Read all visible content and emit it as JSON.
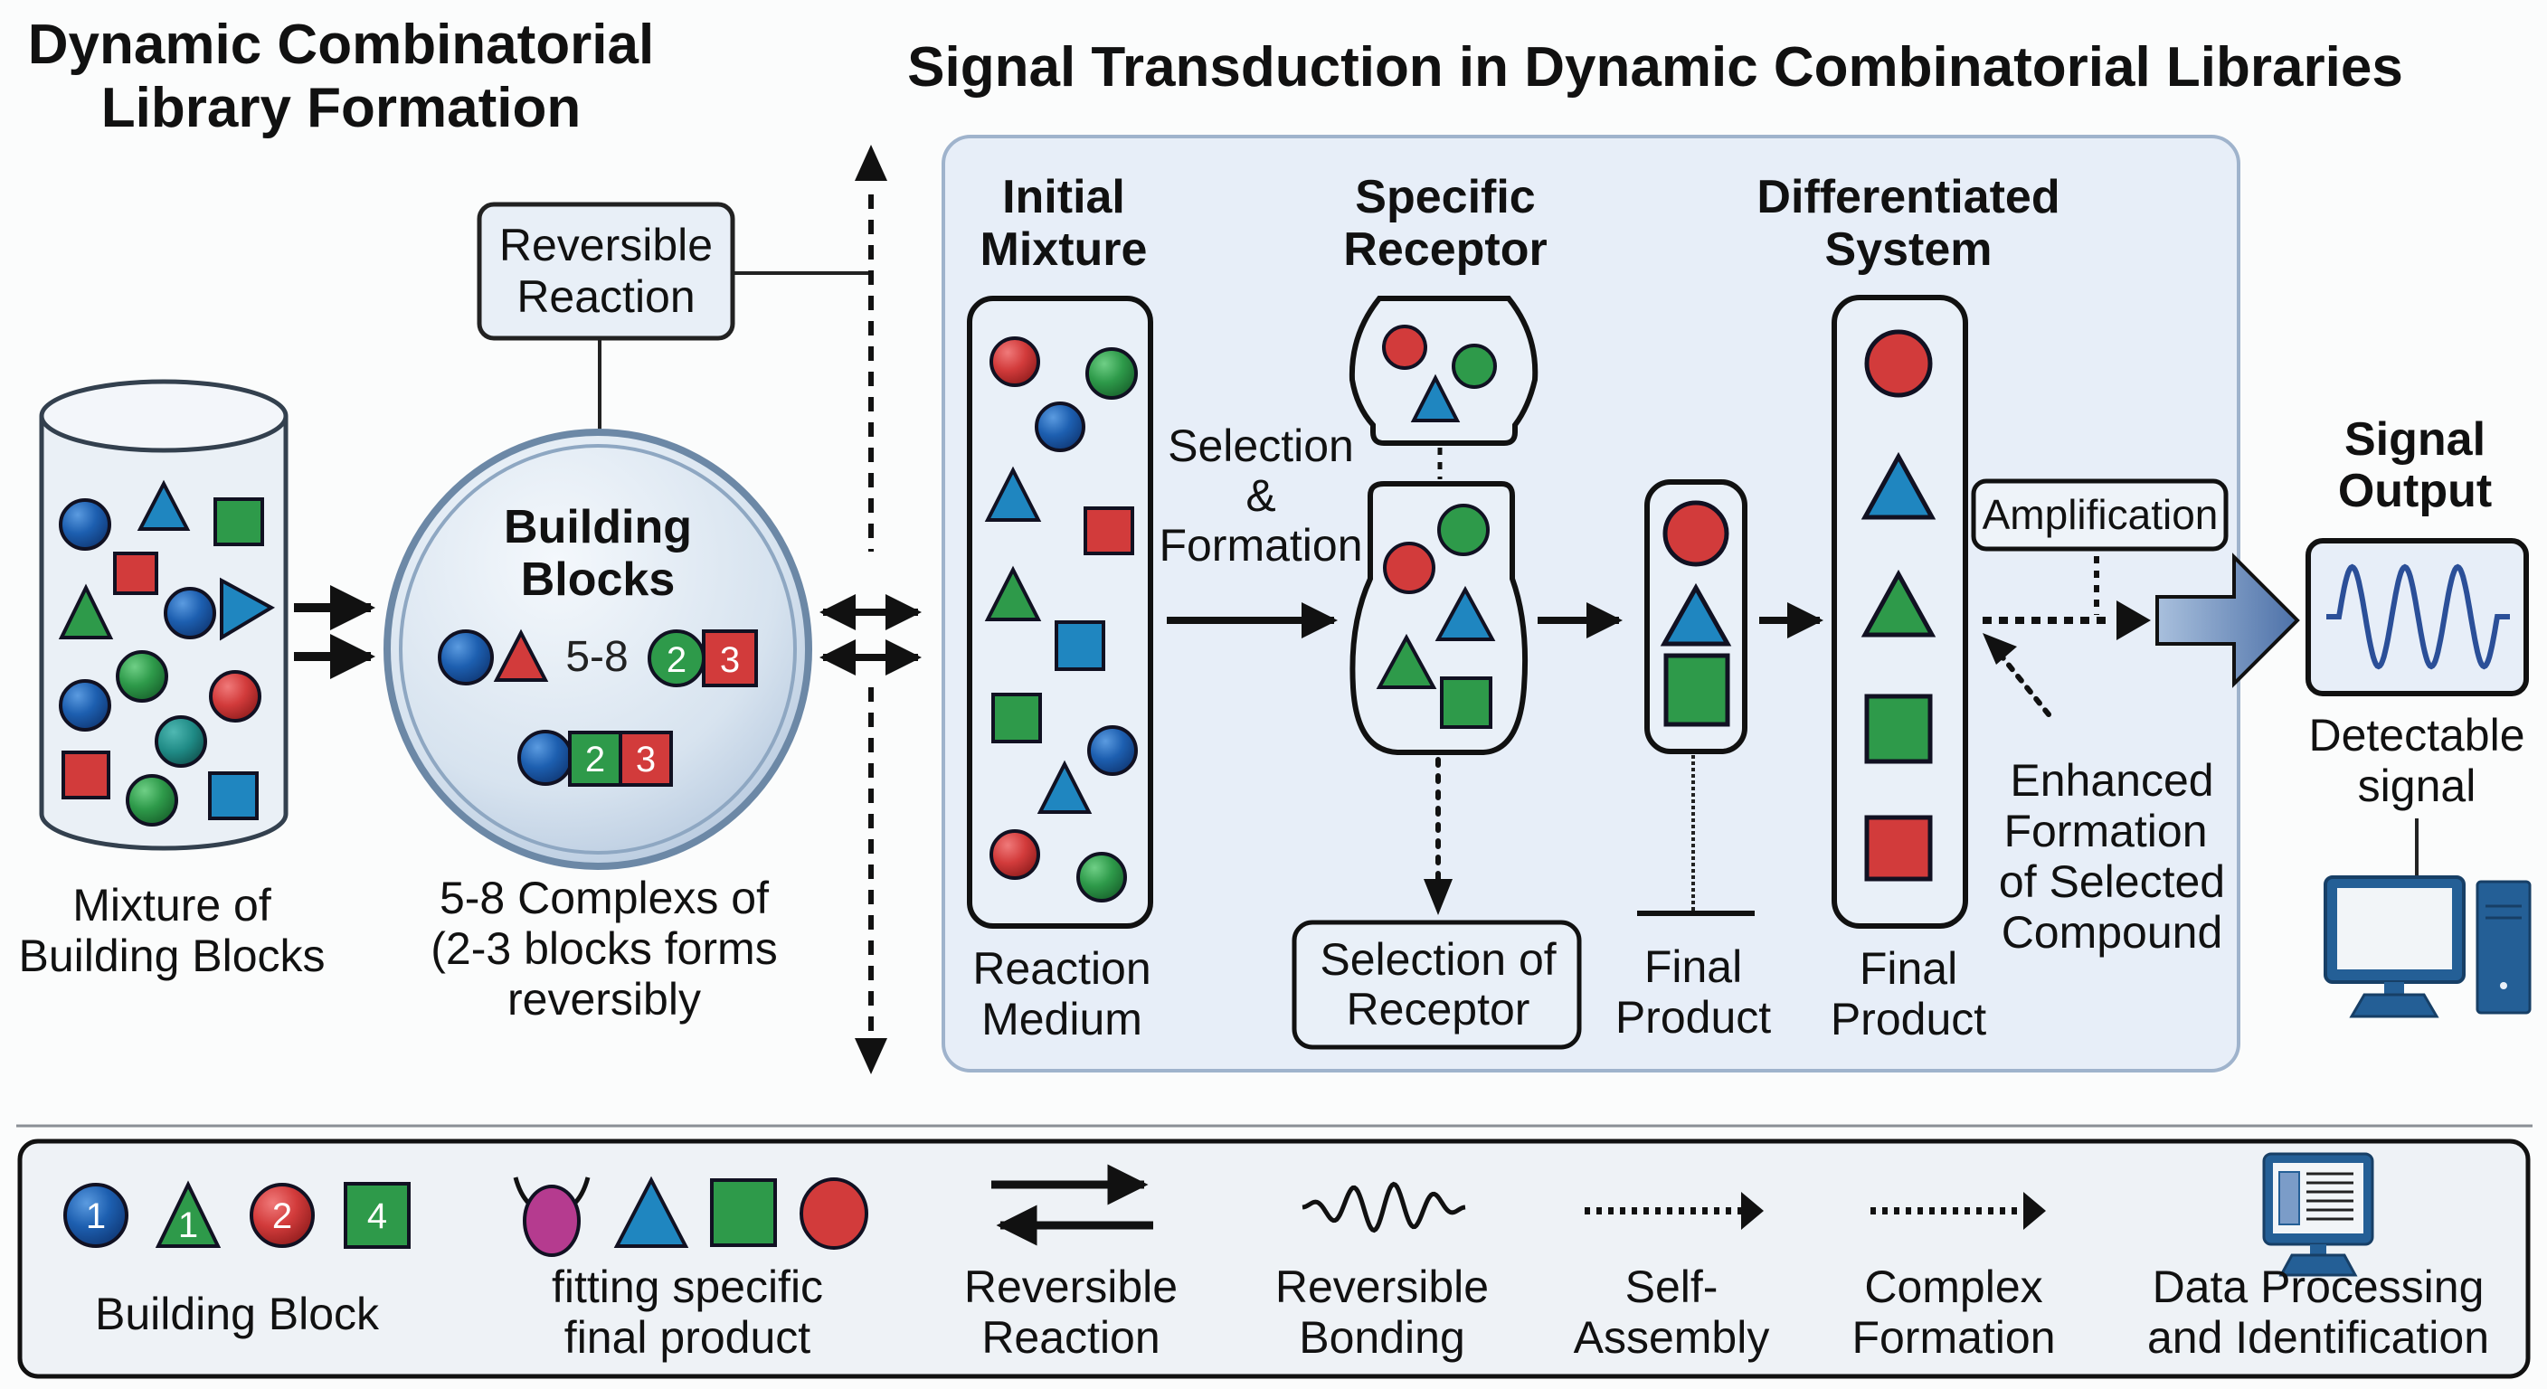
{
  "colors": {
    "red": "#d23b3b",
    "green": "#2e9a4a",
    "blue": "#1d5fb0",
    "teal_blue": "#1f86c0",
    "teal": "#1f8a85",
    "magenta": "#b53b8f",
    "panel_fill": "#e7eef8",
    "panel_stroke": "#9fb3cc",
    "signal_arrow": "#5d80b3",
    "wave": "#2b4f98",
    "computer": "#245f96"
  },
  "left_section": {
    "title_line1": "Dynamic Combinatorial",
    "title_line2": "Library Formation",
    "reversible_box": {
      "line1": "Reversible",
      "line2": "Reaction"
    },
    "cylinder_label": {
      "line1": "Mixture of",
      "line2": "Building Blocks"
    },
    "bubble": {
      "title_line1": "Building",
      "title_line2": "Blocks",
      "range_label": "5-8",
      "row1_numbers": [
        "2",
        "3"
      ],
      "row2_numbers": [
        "2",
        "3"
      ]
    },
    "bubble_label": {
      "line1": "5-8 Complexs of",
      "line2": "(2-3 blocks forms",
      "line3": "reversibly"
    }
  },
  "right_section": {
    "title": "Signal Transduction in Dynamic Combinatorial Libraries",
    "initial_mixture": {
      "title_line1": "Initial",
      "title_line2": "Mixture",
      "label_line1": "Reaction",
      "label_line2": "Medium"
    },
    "selection_formation": {
      "line1": "Selection",
      "line2": "&",
      "line3": "Formation"
    },
    "specific_receptor": {
      "title_line1": "Specific",
      "title_line2": "Receptor"
    },
    "selection_of_receptor": {
      "line1": "Selection of",
      "line2": "Receptor"
    },
    "final_product_1": {
      "line1": "Final",
      "line2": "Product"
    },
    "differentiated": {
      "title_line1": "Differentiated",
      "title_line2": "System",
      "label_line1": "Final",
      "label_line2": "Product"
    },
    "amplification": "Amplification",
    "enhanced": {
      "line1": "Enhanced",
      "line2": "Formation",
      "line3": "of Selected",
      "line4": "Compound"
    }
  },
  "signal_output": {
    "title_line1": "Signal",
    "title_line2": "Output",
    "label_line1": "Detectable",
    "label_line2": "signal"
  },
  "legend": {
    "building_block": {
      "label": "Building Block",
      "numbers": [
        "1",
        "1",
        "2",
        "4"
      ]
    },
    "fitting": {
      "line1": "fitting specific",
      "line2": "final product"
    },
    "reversible_reaction": {
      "line1": "Reversible",
      "line2": "Reaction"
    },
    "reversible_bonding": {
      "line1": "Reversible",
      "line2": "Bonding"
    },
    "self_assembly": {
      "line1": "Self-",
      "line2": "Assembly"
    },
    "complex_formation": {
      "line1": "Complex",
      "line2": "Formation"
    },
    "data_processing": {
      "line1": "Data Processing",
      "line2": "and Identification"
    }
  }
}
